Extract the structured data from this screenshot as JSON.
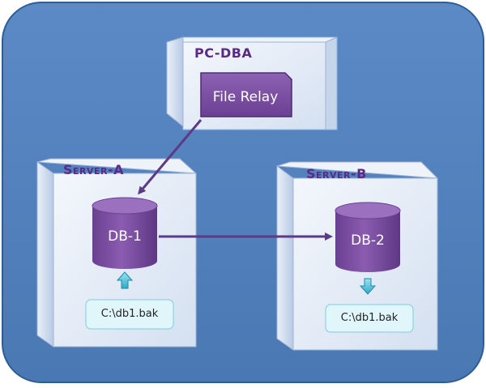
{
  "diagram": {
    "pc_box": {
      "title": "PC-DBA",
      "relay_label": "File Relay"
    },
    "server_a": {
      "title": "Server-A",
      "db_label": "DB-1",
      "file_label": "C:\\db1.bak"
    },
    "server_b": {
      "title": "Server-B",
      "db_label": "DB-2",
      "file_label": "C:\\db1.bak"
    },
    "colors": {
      "background": "#4f80bd",
      "background_border": "#2c5d95",
      "box_face": "#dde7f5",
      "db_purple": "#7b4fa0",
      "title_purple": "#5a2a86",
      "arrow_purple": "#5d3a86",
      "file_box": "#dff5fa",
      "small_arrow": "#3bbbd6"
    },
    "icons": [
      "cylinder-database-icon",
      "up-arrow-icon",
      "down-arrow-icon"
    ]
  }
}
